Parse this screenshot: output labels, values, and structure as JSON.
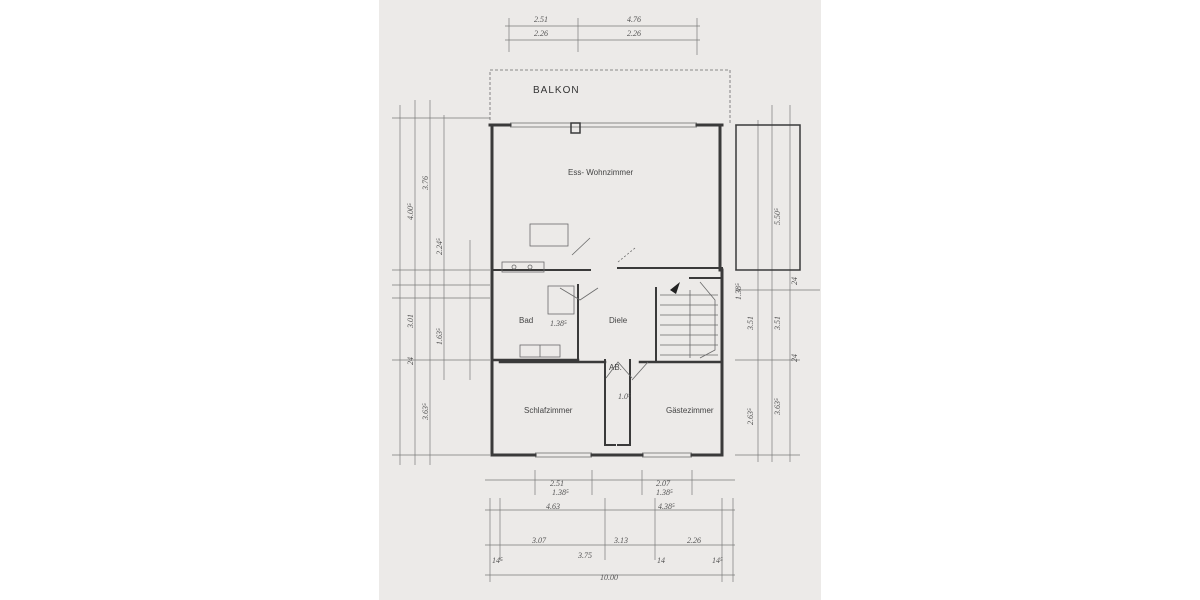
{
  "rooms": {
    "balcony": "BALKON",
    "living": "Ess- Wohnzimmer",
    "bath": "Bad",
    "hall": "Diele",
    "closet": "AB.",
    "bedroom": "Schlafzimmer",
    "guest": "Gästezimmer"
  },
  "dimensions": {
    "top_left_a": "2.51",
    "top_left_b": "2.26",
    "top_right_a": "4.76",
    "top_right_b": "2.26",
    "left_h1": "3.76",
    "left_h2": "4.00⁵",
    "left_h3": "2.24⁵",
    "left_h4": "3.01",
    "left_h5": "1.63⁵",
    "left_h6": "3.63⁵",
    "left_24": "24",
    "right_550": "5.50⁵",
    "right_351": "3.51",
    "right_363": "3.63⁵",
    "right_263": "2.63⁵",
    "right_24": "24",
    "bath_138": "1.38⁵",
    "stair_138": "1.38⁵",
    "bottom_251": "2.51",
    "bottom_138a": "1.38⁵",
    "bottom_207": "2.07",
    "bottom_138b": "1.38⁵",
    "bottom_463": "4.63",
    "bottom_438": "4.38⁵",
    "bottom_307": "3.07",
    "bottom_313": "3.13",
    "bottom_226": "2.26",
    "bottom_total": "10.00",
    "bottom_375": "3.75",
    "bottom_145a": "14⁵",
    "bottom_145b": "14⁵",
    "bottom_14": "14",
    "closet_dim": "1.0⁵"
  }
}
